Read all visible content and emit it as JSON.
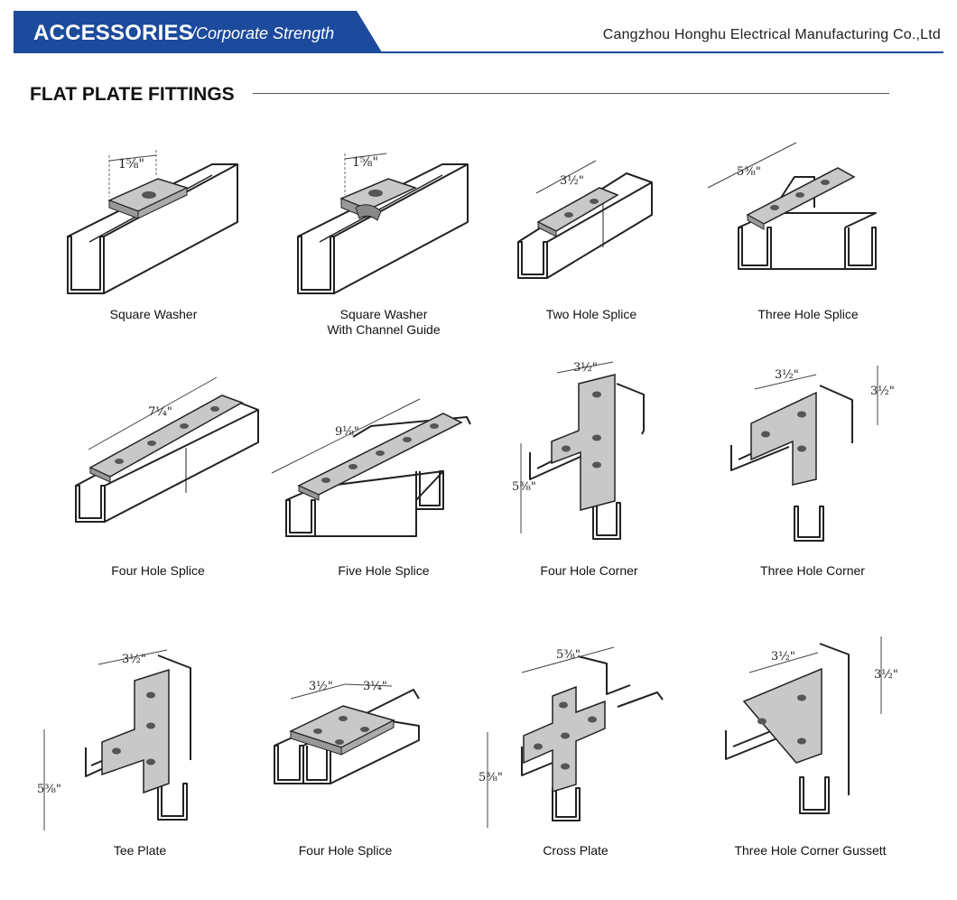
{
  "header": {
    "banner_title": "ACCESSORIES",
    "banner_subtitle": "/Corporate Strength",
    "company": "Cangzhou Honghu Electrical Manufacturing Co.,Ltd",
    "accent": "#1c4a9c"
  },
  "section": {
    "title": "FLAT PLATE FITTINGS"
  },
  "items": [
    {
      "label": "Square Washer",
      "dim": "1⅝\""
    },
    {
      "label": "Square Washer",
      "label2": "With Channel Guide",
      "dim": "1⅝\""
    },
    {
      "label": "Two Hole Splice",
      "dim": "3½\""
    },
    {
      "label": "Three Hole Splice",
      "dim": "5⅜\""
    },
    {
      "label": "Four Hole Splice",
      "dim": "7¼\""
    },
    {
      "label": "Five Hole Splice",
      "dim": "9⅛\""
    },
    {
      "label": "Four Hole Corner",
      "dim": "3½\"",
      "dim2": "5⅜\""
    },
    {
      "label": "Three Hole Corner",
      "dim": "3½\"",
      "dim2": "3½\""
    },
    {
      "label": "Tee Plate",
      "dim": "3½\"",
      "dim2": "5⅜\""
    },
    {
      "label": "Four Hole Splice",
      "dim": "3½\"",
      "dim2": "3¼\""
    },
    {
      "label": "Cross Plate",
      "dim": "5⅜\"",
      "dim2": "5⅜\""
    },
    {
      "label": "Three Hole Corner Gussett",
      "dim": "3½\"",
      "dim2": "3½\""
    }
  ]
}
